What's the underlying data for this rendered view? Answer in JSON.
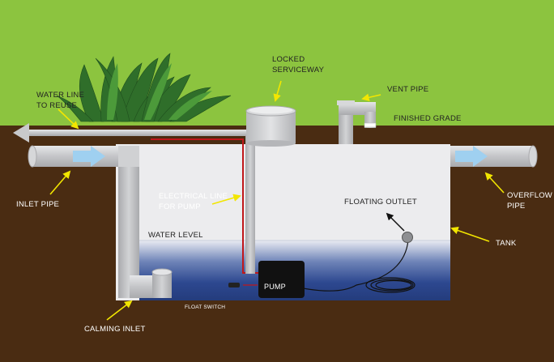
{
  "labels": {
    "locked_serviceway_1": "LOCKED",
    "locked_serviceway_2": "SERVICEWAY",
    "vent_pipe": "VENT PIPE",
    "finished_grade": "FINISHED GRADE",
    "water_line_1": "WATER LINE",
    "water_line_2": "TO REUSE",
    "inlet_pipe": "INLET PIPE",
    "electrical_line_1": "ELECTRICAL LINE",
    "electrical_line_2": "FOR PUMP",
    "floating_outlet": "FLOATING OUTLET",
    "overflow_pipe_1": "OVERFLOW",
    "overflow_pipe_2": "PIPE",
    "water_level": "WATER LEVEL",
    "tank": "TANK",
    "pump": "PUMP",
    "float_switch": "FLOAT SWITCH",
    "calming_inlet": "CALMING INLET"
  },
  "colors": {
    "grass": "#8cc43f",
    "soil": "#4a2c12",
    "tank": "#ececee",
    "water": "#2e4a8f",
    "pipe": "#c8c9cb",
    "pump": "#111111",
    "electrical": "#c0171b",
    "leader": "#f2e600",
    "flow_arrow": "#9fd0f0"
  }
}
